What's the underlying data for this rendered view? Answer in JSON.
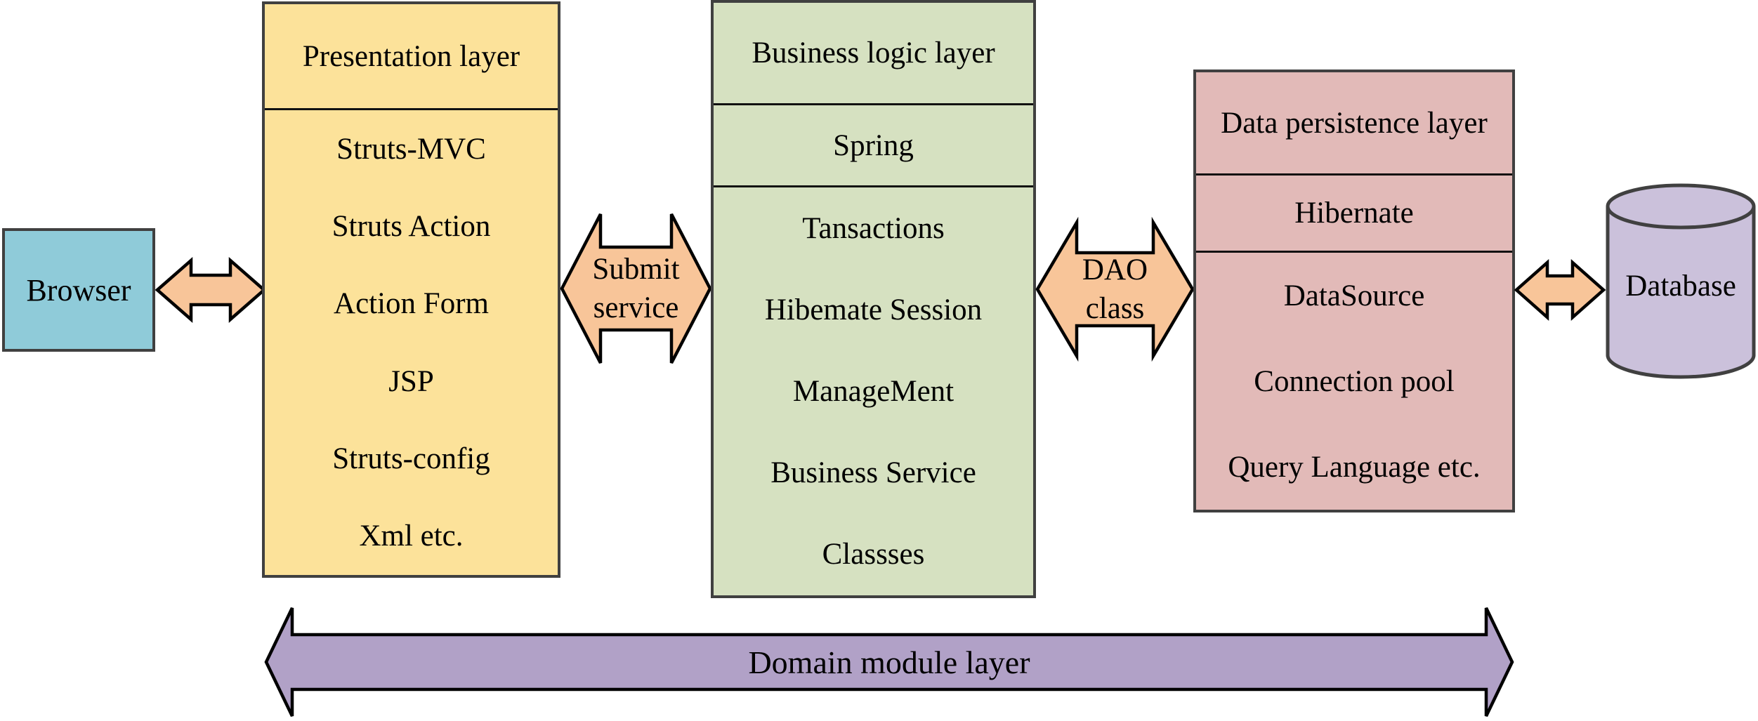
{
  "colors": {
    "background": "#ffffff",
    "box_border": "#404040",
    "divider": "#111111",
    "arrow_outline": "#000000",
    "browser_fill": "#8FCBD9",
    "presentation_fill": "#FCE29A",
    "business_fill": "#D6E1C1",
    "persistence_fill": "#E2BAB8",
    "connector_fill": "#F8C599",
    "domain_fill": "#B1A1C7",
    "database_fill": "#CBC1DB",
    "text": "#000000"
  },
  "nodes": {
    "browser": {
      "label": "Browser"
    },
    "presentation": {
      "title": "Presentation layer",
      "items": [
        "Struts-MVC",
        "Struts Action",
        "Action Form",
        "JSP",
        "Struts-config",
        "Xml etc."
      ]
    },
    "business": {
      "title": "Business logic layer",
      "subtitle": "Spring",
      "items": [
        "Tansactions",
        "Hibemate Session",
        "ManageMent",
        "Business Service",
        "Classses"
      ]
    },
    "persistence": {
      "title": "Data persistence layer",
      "subtitle": "Hibernate",
      "items": [
        "DataSource",
        "Connection pool",
        "Query Language etc."
      ]
    },
    "database": {
      "label": "Database"
    }
  },
  "connectors": {
    "submit": {
      "line1": "Submit",
      "line2": "service"
    },
    "dao": {
      "line1": "DAO",
      "line2": "class"
    },
    "domain": {
      "label": "Domain module layer"
    }
  }
}
